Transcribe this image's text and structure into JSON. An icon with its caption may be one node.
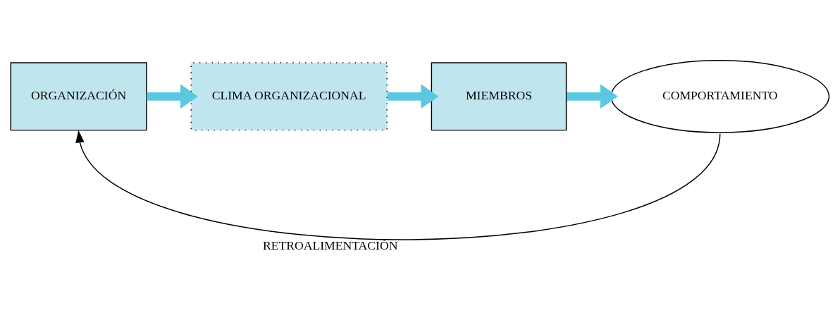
{
  "diagram": {
    "nodes": [
      {
        "text": [
          "ORGANIZACIÓN"
        ]
      },
      {
        "text": [
          "CLIMA ORGANIZACIONAL"
        ]
      },
      {
        "text": [
          "MIEMBROS"
        ]
      },
      {
        "text": [
          "COMPORTAMIENTO"
        ]
      }
    ],
    "edges": [
      {
        "from": 0,
        "to": 1,
        "arrow": "to"
      },
      {
        "from": 1,
        "to": 2,
        "arrow": "to"
      },
      {
        "from": 2,
        "to": 3,
        "arrow": "to"
      },
      {
        "from": 3,
        "to": 0,
        "arrow": "to",
        "label": "RETROALIMENTACIÓN",
        "color": "#000000"
      }
    ]
  }
}
